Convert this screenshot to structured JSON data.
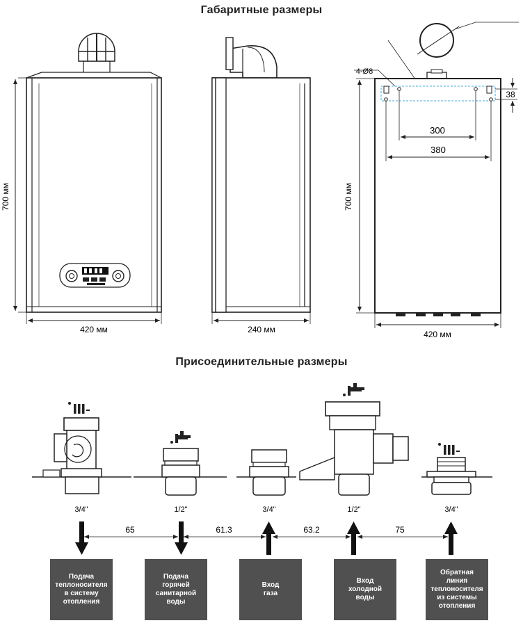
{
  "titles": {
    "overall_dimensions": "Габаритные размеры",
    "connection_dimensions": "Присоединительные размеры"
  },
  "front_view": {
    "height_label": "700 мм",
    "width_label": "420 мм"
  },
  "side_view": {
    "depth_label": "240 мм"
  },
  "rear_view": {
    "holes_label": "4-Ø8",
    "hole_spacing_inner": "300",
    "hole_spacing_outer": "380",
    "hole_offset": "38",
    "height_label": "700 мм",
    "width_label": "420 мм"
  },
  "connections": [
    {
      "id": "heating-supply",
      "size": "3/4\"",
      "label": "Подача\nтеплоносителя\nв систему\nотопления",
      "flow": "out",
      "symbol": "radiator"
    },
    {
      "id": "hot-water",
      "size": "1/2\"",
      "label": "Подача\nгорячей\nсанитарной\nводы",
      "flow": "out",
      "symbol": "tap"
    },
    {
      "id": "gas-inlet",
      "size": "3/4\"",
      "label": "Вход\nгаза",
      "flow": "in",
      "symbol": "none"
    },
    {
      "id": "cold-water",
      "size": "1/2\"",
      "label": "Вход\nхолодной\nводы",
      "flow": "in",
      "symbol": "tap"
    },
    {
      "id": "heating-return",
      "size": "3/4\"",
      "label": "Обратная\nлиния\nтеплоносителя\nиз системы\nотопления",
      "flow": "in",
      "symbol": "radiator"
    }
  ],
  "spacings": [
    "65",
    "61.3",
    "63.2",
    "75"
  ]
}
